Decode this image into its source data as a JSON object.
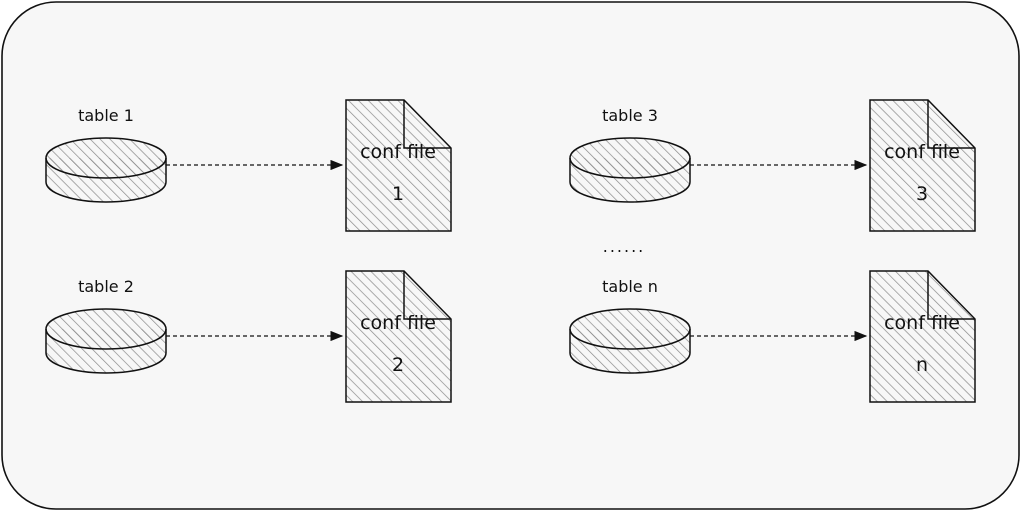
{
  "diagram": {
    "colors": {
      "stroke": "#111111",
      "hatch": "#8a8a8a",
      "panel": "#f7f7f7"
    },
    "tables": [
      {
        "label": "table 1"
      },
      {
        "label": "table 2"
      },
      {
        "label": "table 3"
      },
      {
        "label": "table n"
      }
    ],
    "files": [
      {
        "label": "conf file",
        "number": "1"
      },
      {
        "label": "conf file",
        "number": "2"
      },
      {
        "label": "conf file",
        "number": "3"
      },
      {
        "label": "conf file",
        "number": "n"
      }
    ],
    "ellipsis": "......"
  }
}
